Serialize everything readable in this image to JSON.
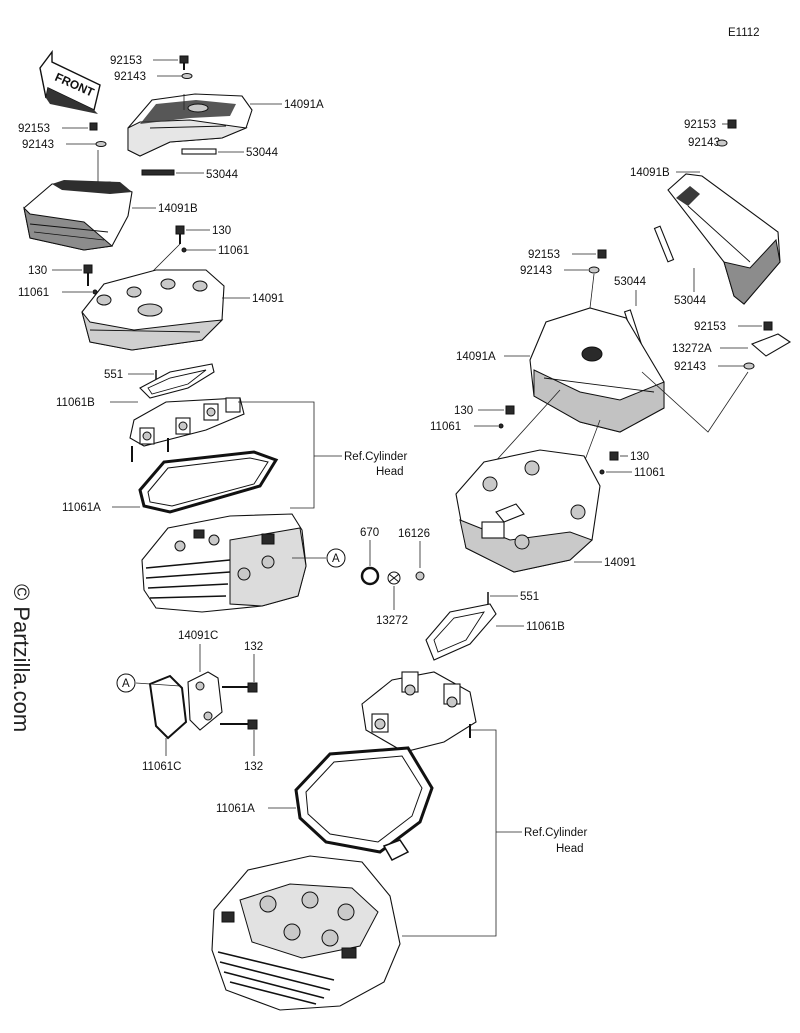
{
  "diagram_code": "E1112",
  "front_label": "FRONT",
  "watermark": "© Partzilla.com",
  "ref_cylinder_head": [
    "Ref.Cylinder",
    "Head"
  ],
  "callout_a": "A",
  "labels": {
    "l1": "92153",
    "l2": "92143",
    "l3": "14091A",
    "l4": "92153",
    "l5": "92143",
    "l6": "53044",
    "l7": "53044",
    "l8": "14091B",
    "l9": "130",
    "l10": "11061",
    "l11": "130",
    "l12": "11061",
    "l13": "14091",
    "l14": "551",
    "l15": "11061B",
    "l16": "11061A",
    "l17": "670",
    "l18": "16126",
    "l19": "13272",
    "l20": "14091C",
    "l21": "132",
    "l22": "11061C",
    "l23": "132",
    "r1": "92153",
    "r2": "92143",
    "r3": "14091B",
    "r4": "53044",
    "r5": "92153",
    "r6": "92143",
    "r7": "53044",
    "r8": "92153",
    "r9": "13272A",
    "r10": "92143",
    "r11": "14091A",
    "r12": "130",
    "r13": "11061",
    "r14": "130",
    "r15": "11061",
    "r16": "14091",
    "r17": "551",
    "r18": "11061B",
    "r19": "11061A"
  }
}
